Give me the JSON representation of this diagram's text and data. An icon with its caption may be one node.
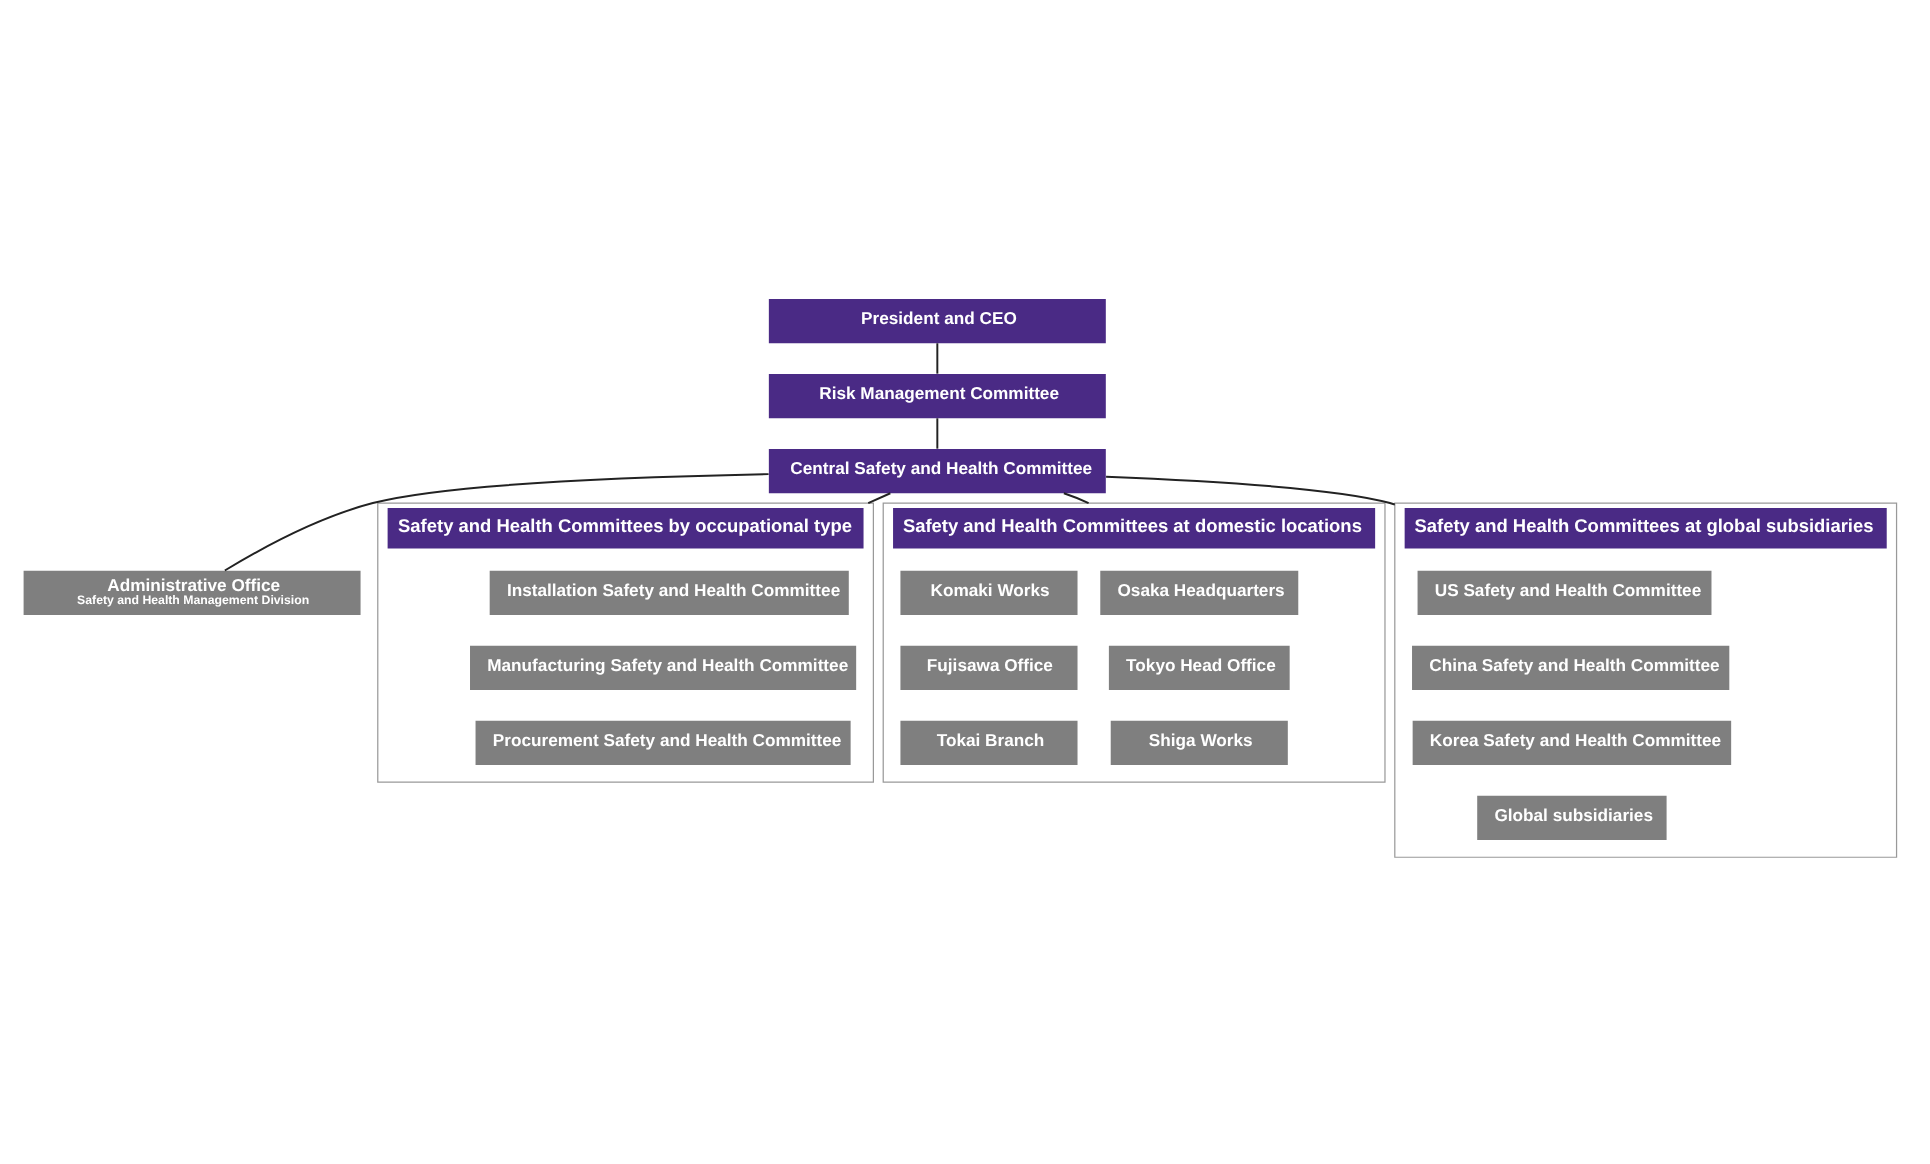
{
  "diagram": {
    "nodes": [
      {
        "text": [
          "President and CEO"
        ]
      },
      {
        "text": [
          "Risk Management Committee"
        ]
      },
      {
        "text": [
          "Central Safety and Health Committee"
        ]
      },
      {
        "text": [
          "Administrative Office",
          "Safety and Health Management Division"
        ]
      },
      {
        "text": [
          "Safety and Health Committees by occupational type"
        ]
      },
      {
        "text": [
          "Installation Safety and Health Committee"
        ],
        "in": 4
      },
      {
        "text": [
          "Manufacturing Safety and Health Committee"
        ],
        "in": 4
      },
      {
        "text": [
          "Procurement Safety and Health Committee"
        ],
        "in": 4
      },
      {
        "text": [
          "Safety and Health Committees at domestic locations"
        ]
      },
      {
        "text": [
          "Osaka Headquarters"
        ],
        "in": 8
      },
      {
        "text": [
          "Komaki Works"
        ],
        "in": 8
      },
      {
        "text": [
          "Tokyo Head Office"
        ],
        "in": 8
      },
      {
        "text": [
          "Fujisawa Office"
        ],
        "in": 8
      },
      {
        "text": [
          "Shiga Works"
        ],
        "in": 8
      },
      {
        "text": [
          "Tokai Branch"
        ],
        "in": 8
      },
      {
        "text": [
          "Safety and Health Committees at global subsidiaries"
        ]
      },
      {
        "text": [
          "US Safety and Health Committee"
        ],
        "in": 15
      },
      {
        "text": [
          "China Safety and Health Committee"
        ],
        "in": 15
      },
      {
        "text": [
          "Korea Safety and Health Committee"
        ],
        "in": 15
      },
      {
        "text": [
          "Global subsidiaries"
        ],
        "in": 15
      }
    ],
    "edges": [
      {
        "from": 0,
        "to": 1,
        "arrow": "none"
      },
      {
        "from": 1,
        "to": 2,
        "arrow": "none"
      },
      {
        "from": 2,
        "to": 3,
        "arrow": "none"
      },
      {
        "from": 2,
        "to": 4,
        "arrow": "none"
      },
      {
        "from": 2,
        "to": 8,
        "arrow": "none"
      },
      {
        "from": 2,
        "to": 15,
        "arrow": "none"
      }
    ]
  }
}
